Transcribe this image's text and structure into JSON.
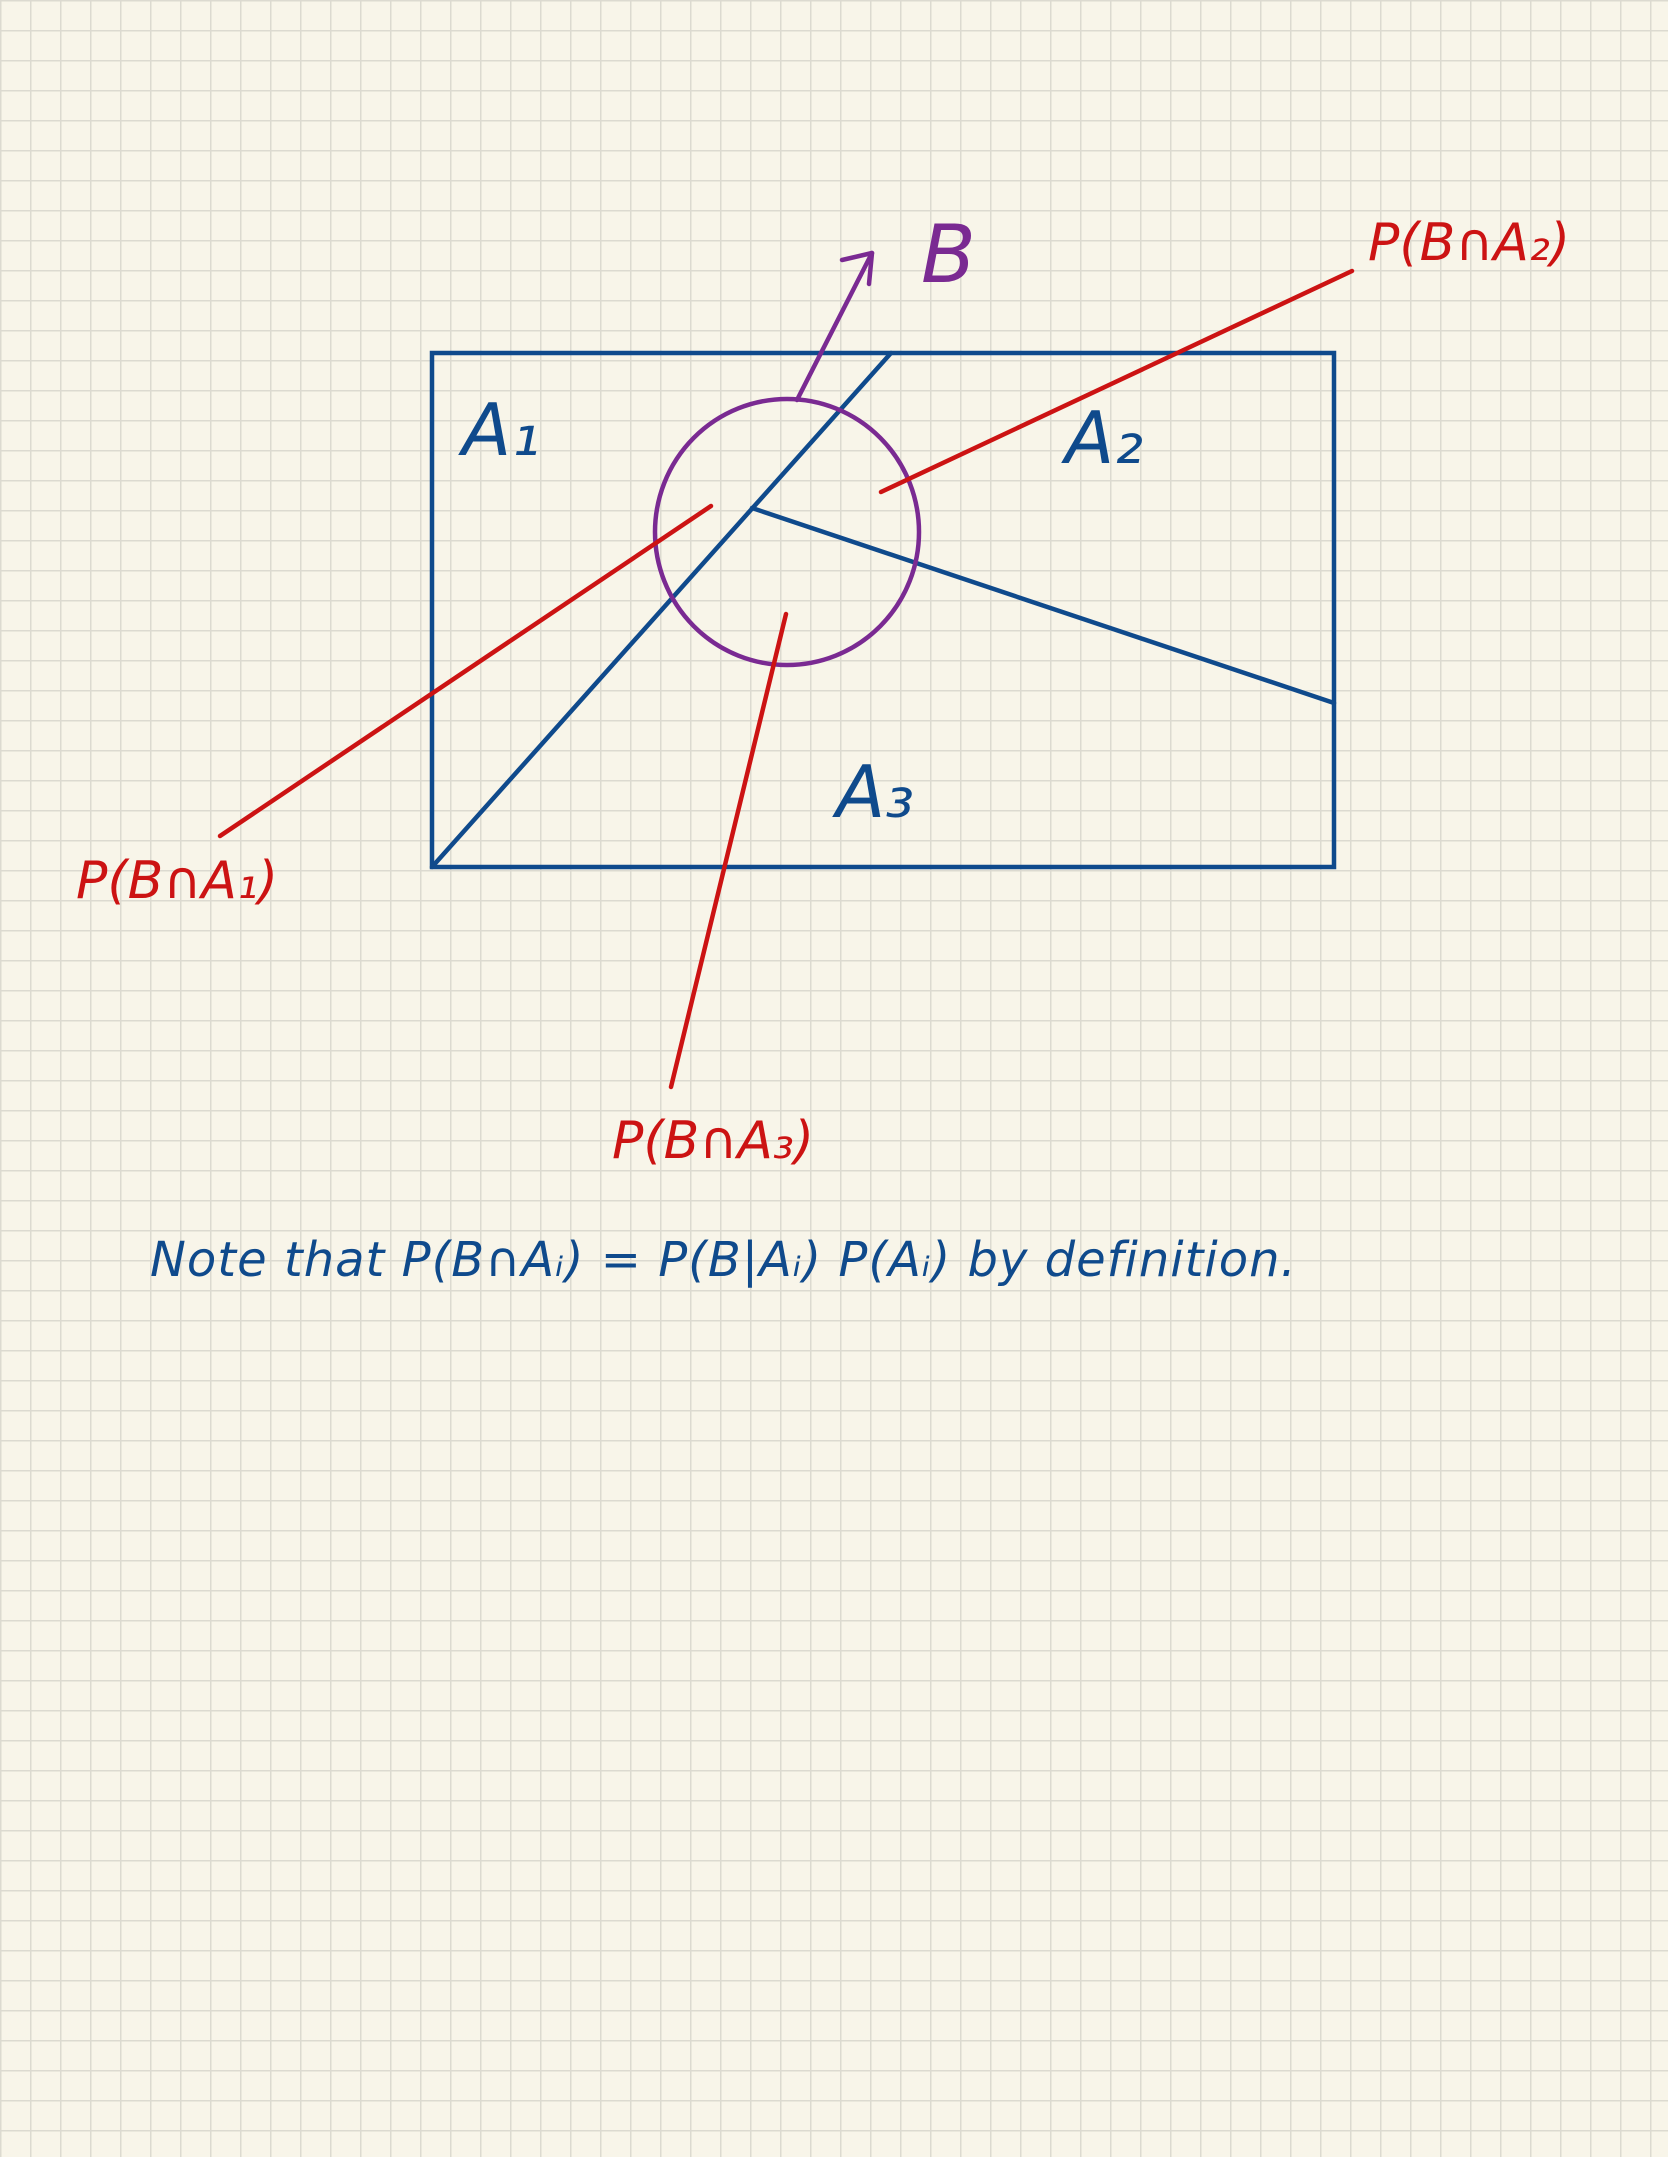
{
  "regions": {
    "a1": "A₁",
    "a2": "A₂",
    "a3": "A₃"
  },
  "event_label": "B",
  "intersection_labels": {
    "b_a1": "P(B∩A₁)",
    "b_a2": "P(B∩A₂)",
    "b_a3": "P(B∩A₃)"
  },
  "note": "Note that P(B∩Aᵢ) = P(B|Aᵢ) P(Aᵢ) by definition.",
  "colors": {
    "paper": "#f8f5e9",
    "grid": "#dcdad0",
    "partition_ink": "#0f4a8c",
    "event_ink": "#7a2a92",
    "annotation_ink": "#cc1313"
  }
}
